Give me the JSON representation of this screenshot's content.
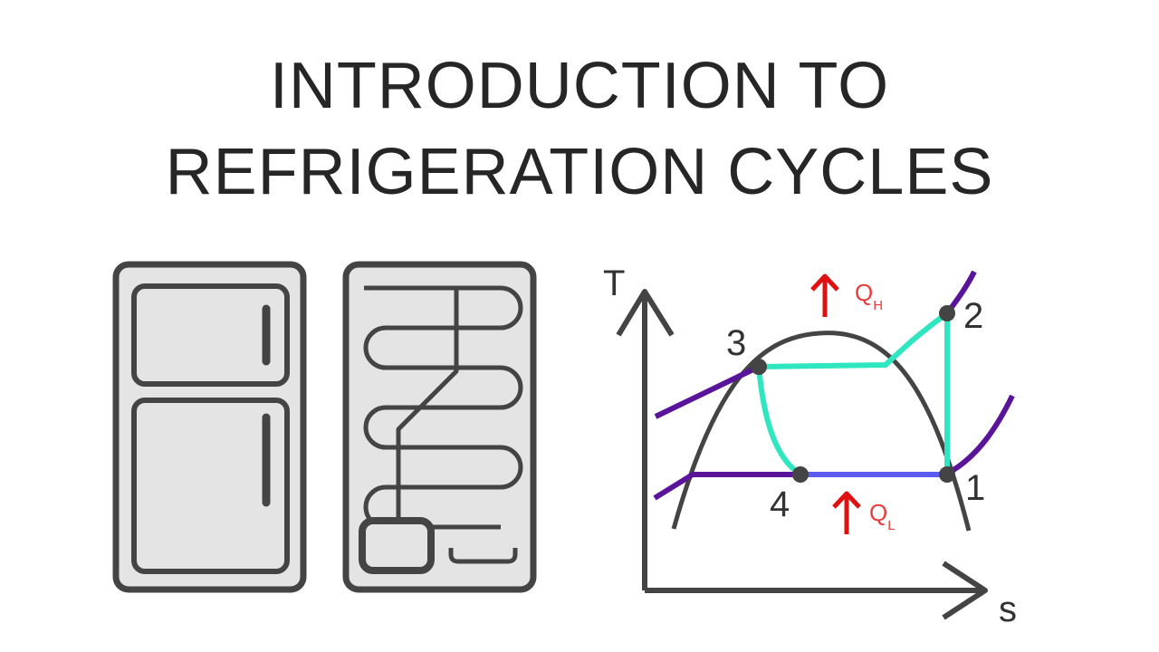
{
  "title": {
    "line1": "INTRODUCTION TO",
    "line2": "REFRIGERATION CYCLES"
  },
  "diagram": {
    "axis_y_label": "T",
    "axis_x_label": "s",
    "points": [
      "1",
      "2",
      "3",
      "4"
    ],
    "heat_out": {
      "symbol": "Q",
      "subscript": "H"
    },
    "heat_in": {
      "symbol": "Q",
      "subscript": "L"
    }
  },
  "colors": {
    "text": "#262626",
    "outline": "#444444",
    "fill": "#e4e4e4",
    "cycle": "#2ee6c0",
    "evaporator_line": "#5c5cf0",
    "isobar": "#5a149a",
    "heat_arrow": "#e01010",
    "heat_label": "#e83c3c"
  },
  "icons": [
    "refrigerator-icon",
    "refrigerator-coils-icon",
    "arrow-up-icon"
  ]
}
